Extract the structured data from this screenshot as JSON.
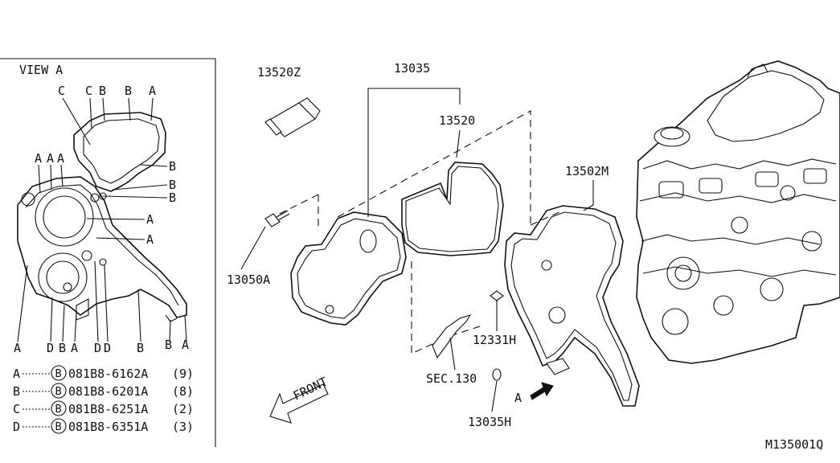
{
  "view_a": {
    "title": "VIEW A",
    "top_letters": [
      "C",
      "C",
      "B",
      "B",
      "A"
    ],
    "left_letters": [
      "A",
      "A",
      "A"
    ],
    "right_letters": [
      "B",
      "B",
      "B",
      "A",
      "A"
    ],
    "bottom_letters": [
      "A",
      "D",
      "B",
      "A",
      "D",
      "D",
      "B",
      "B",
      "A"
    ]
  },
  "legend": [
    {
      "key": "A",
      "circle": "B",
      "part": "081B8-6162A",
      "qty": "(9)"
    },
    {
      "key": "B",
      "circle": "B",
      "part": "081B8-6201A",
      "qty": "(8)"
    },
    {
      "key": "C",
      "circle": "B",
      "part": "081B8-6251A",
      "qty": "(2)"
    },
    {
      "key": "D",
      "circle": "B",
      "part": "081B8-6351A",
      "qty": "(3)"
    }
  ],
  "parts": {
    "p13520Z": "13520Z",
    "p13035": "13035",
    "p13520": "13520",
    "p13502M": "13502M",
    "p13050A": "13050A",
    "p12331H": "12331H",
    "sec130": "SEC.130",
    "p13035H": "13035H"
  },
  "front_label": "FRONT",
  "arrow_a_label": "A",
  "figure_id": "M135001Q"
}
